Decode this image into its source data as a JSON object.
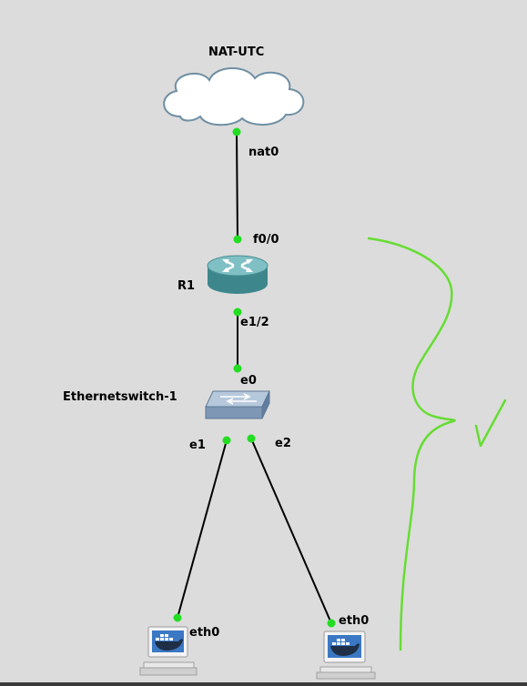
{
  "colors": {
    "canvas_bg": "#dcdcdc",
    "link": "#000000",
    "port_dot": "#22dd22",
    "annotation": "#66dd33",
    "router_body": "#4f9ea3",
    "switch_body": "#7d97b4",
    "cloud_fill": "#ffffff",
    "cloud_stroke": "#6f8fa3"
  },
  "nodes": {
    "cloud": {
      "label": "NAT-UTC",
      "icon": "cloud-icon"
    },
    "router": {
      "label": "R1",
      "icon": "router-icon"
    },
    "switch": {
      "label": "Ethernetswitch-1",
      "icon": "ethernet-switch-icon"
    },
    "host_left": {
      "icon": "docker-host-icon"
    },
    "host_right": {
      "icon": "docker-host-icon"
    }
  },
  "ports": {
    "cloud_nat0": "nat0",
    "router_f0_0": "f0/0",
    "router_e1_2": "e1/2",
    "switch_e0": "e0",
    "switch_e1": "e1",
    "switch_e2": "e2",
    "host_left_eth0": "eth0",
    "host_right_eth0": "eth0"
  },
  "links": [
    {
      "from": "cloud",
      "to": "router",
      "from_port": "nat0",
      "to_port": "f0/0"
    },
    {
      "from": "router",
      "to": "switch",
      "from_port": "e1/2",
      "to_port": "e0"
    },
    {
      "from": "switch",
      "to": "host_left",
      "from_port": "e1",
      "to_port": "eth0"
    },
    {
      "from": "switch",
      "to": "host_right",
      "from_port": "e2",
      "to_port": "eth0"
    }
  ],
  "annotation": {
    "kind": "freehand-arrow"
  }
}
